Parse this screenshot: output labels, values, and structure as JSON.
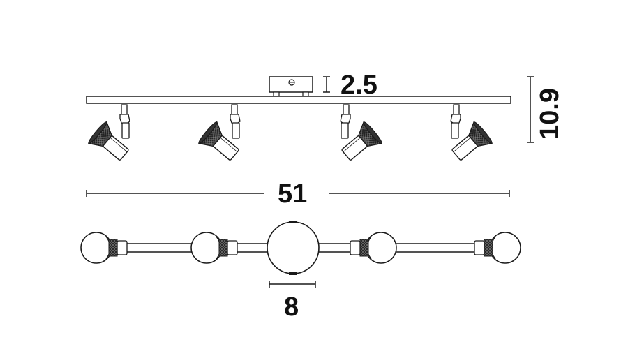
{
  "dimensions": {
    "base_height": "2.5",
    "total_height": "10.9",
    "total_length": "51",
    "base_diameter": "8"
  },
  "colors": {
    "line": "#1a1a1a",
    "background": "#ffffff"
  }
}
